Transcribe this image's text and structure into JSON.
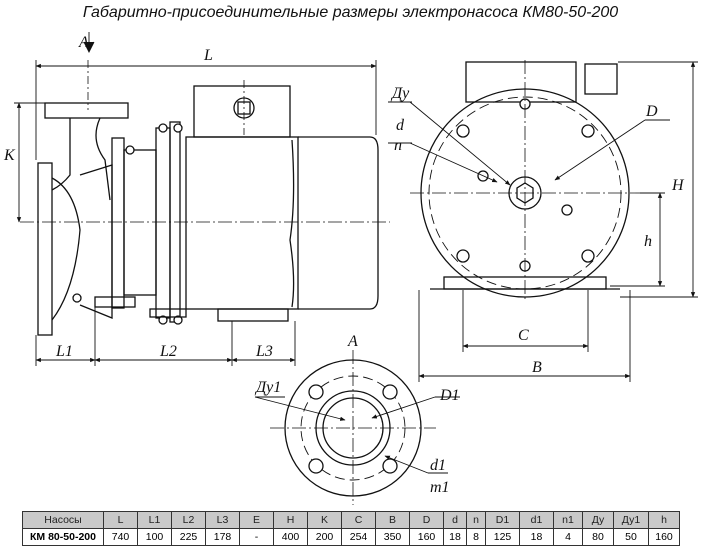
{
  "title": "Габаритно-присоединительные размеры электронасоса КМ80-50-200",
  "labels": {
    "view_arrow": "A",
    "L": "L",
    "K": "K",
    "L1": "L1",
    "L2": "L2",
    "L3": "L3",
    "Du": "Ду",
    "d": "d",
    "n": "n",
    "D": "D",
    "H": "H",
    "h": "h",
    "C": "C",
    "B": "B",
    "view_A": "A",
    "Du1": "Ду1",
    "D1": "D1",
    "d1": "d1",
    "m1": "m1"
  },
  "table": {
    "headers": [
      "Насосы",
      "L",
      "L1",
      "L2",
      "L3",
      "E",
      "H",
      "K",
      "C",
      "B",
      "D",
      "d",
      "n",
      "D1",
      "d1",
      "n1",
      "Ду",
      "Ду1",
      "h"
    ],
    "rows": [
      [
        "КМ 80-50-200",
        "740",
        "100",
        "225",
        "178",
        "-",
        "400",
        "200",
        "254",
        "350",
        "160",
        "18",
        "8",
        "125",
        "18",
        "4",
        "80",
        "50",
        "160"
      ]
    ]
  }
}
